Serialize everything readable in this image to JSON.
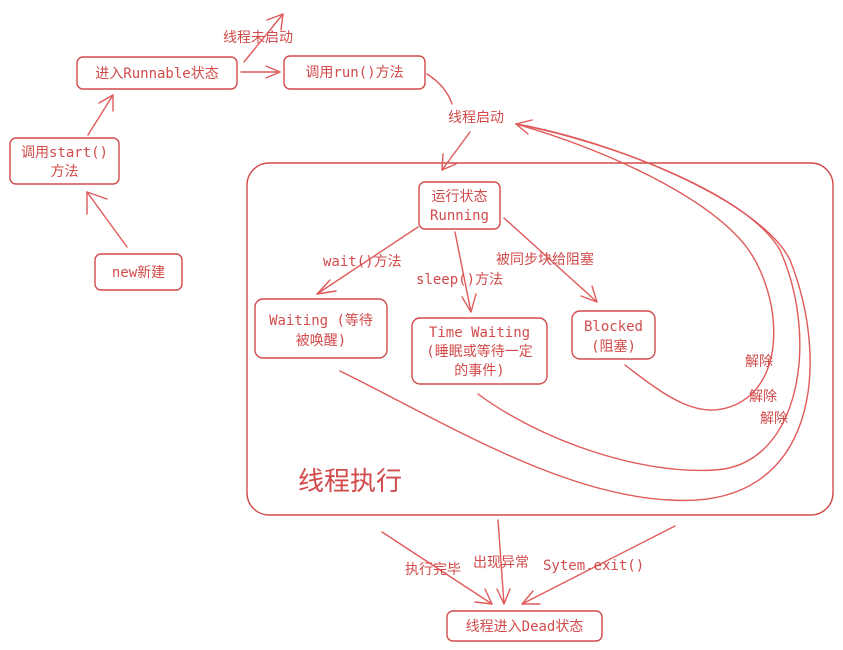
{
  "nodes": {
    "new": "new新建",
    "start": [
      "调用start()",
      "方法"
    ],
    "runnable": "进入Runnable状态",
    "run": "调用run()方法",
    "running": [
      "运行状态",
      "Running"
    ],
    "waiting": [
      "Waiting (等待",
      "被唤醒)"
    ],
    "timewaiting": [
      "Time Waiting",
      "(睡眠或等待一定",
      "的事件)"
    ],
    "blocked": [
      "Blocked",
      "(阻塞)"
    ],
    "dead": "线程进入Dead状态"
  },
  "labels": {
    "not_started": "线程未启动",
    "started": "线程启动",
    "wait": "wait()方法",
    "sleep": "sleep()方法",
    "sync_block": "被同步块给阻塞",
    "release1": "解除",
    "release2": "解除",
    "release3": "解除",
    "execution": "线程执行",
    "done": "执行完毕",
    "exception": "出现异常",
    "exit": "Sytem.exit()"
  },
  "colors": {
    "stroke": "#d24b4b",
    "line": "#e05a5a"
  }
}
